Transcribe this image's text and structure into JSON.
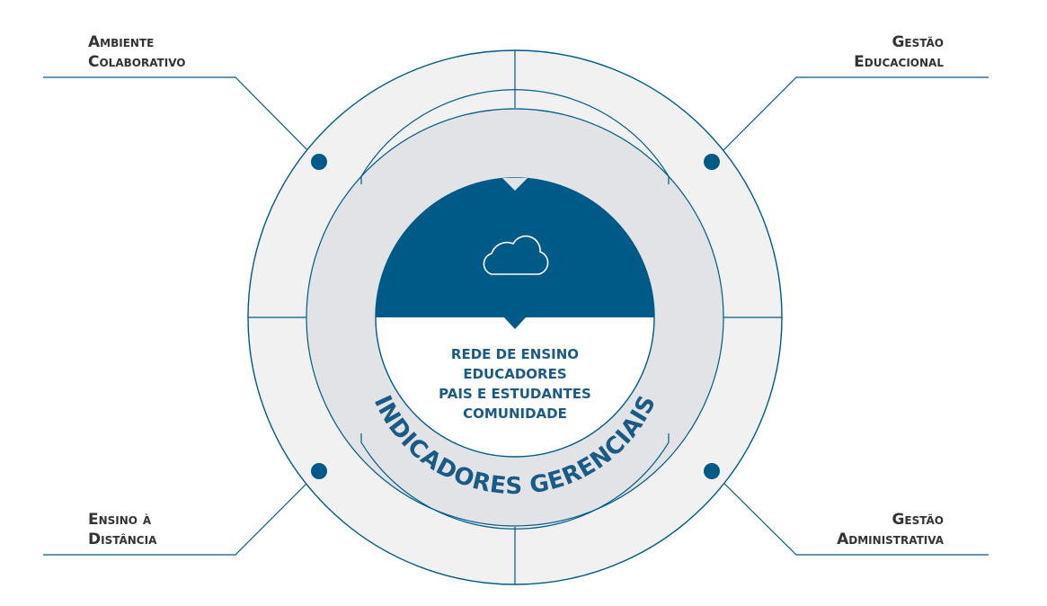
{
  "colors": {
    "primary": "#005a87",
    "text_dark": "#333333",
    "outer_ring": "#f1f1f2",
    "middle_ring": "#e1e3e6",
    "line": "#005a87"
  },
  "labels": {
    "top_left": [
      "Ambiente",
      "Colaborativo"
    ],
    "top_right": [
      "Gestão",
      "Educacional"
    ],
    "bottom_left": [
      "Ensino à",
      "Distância"
    ],
    "bottom_right": [
      "Gestão",
      "Administrativa"
    ]
  },
  "center": {
    "icon": "cloud-icon",
    "lines": [
      "REDE DE ENSINO",
      "EDUCADORES",
      "PAIS E ESTUDANTES",
      "COMUNIDADE"
    ]
  },
  "ring_text": "INDICADORES GERENCIAIS"
}
